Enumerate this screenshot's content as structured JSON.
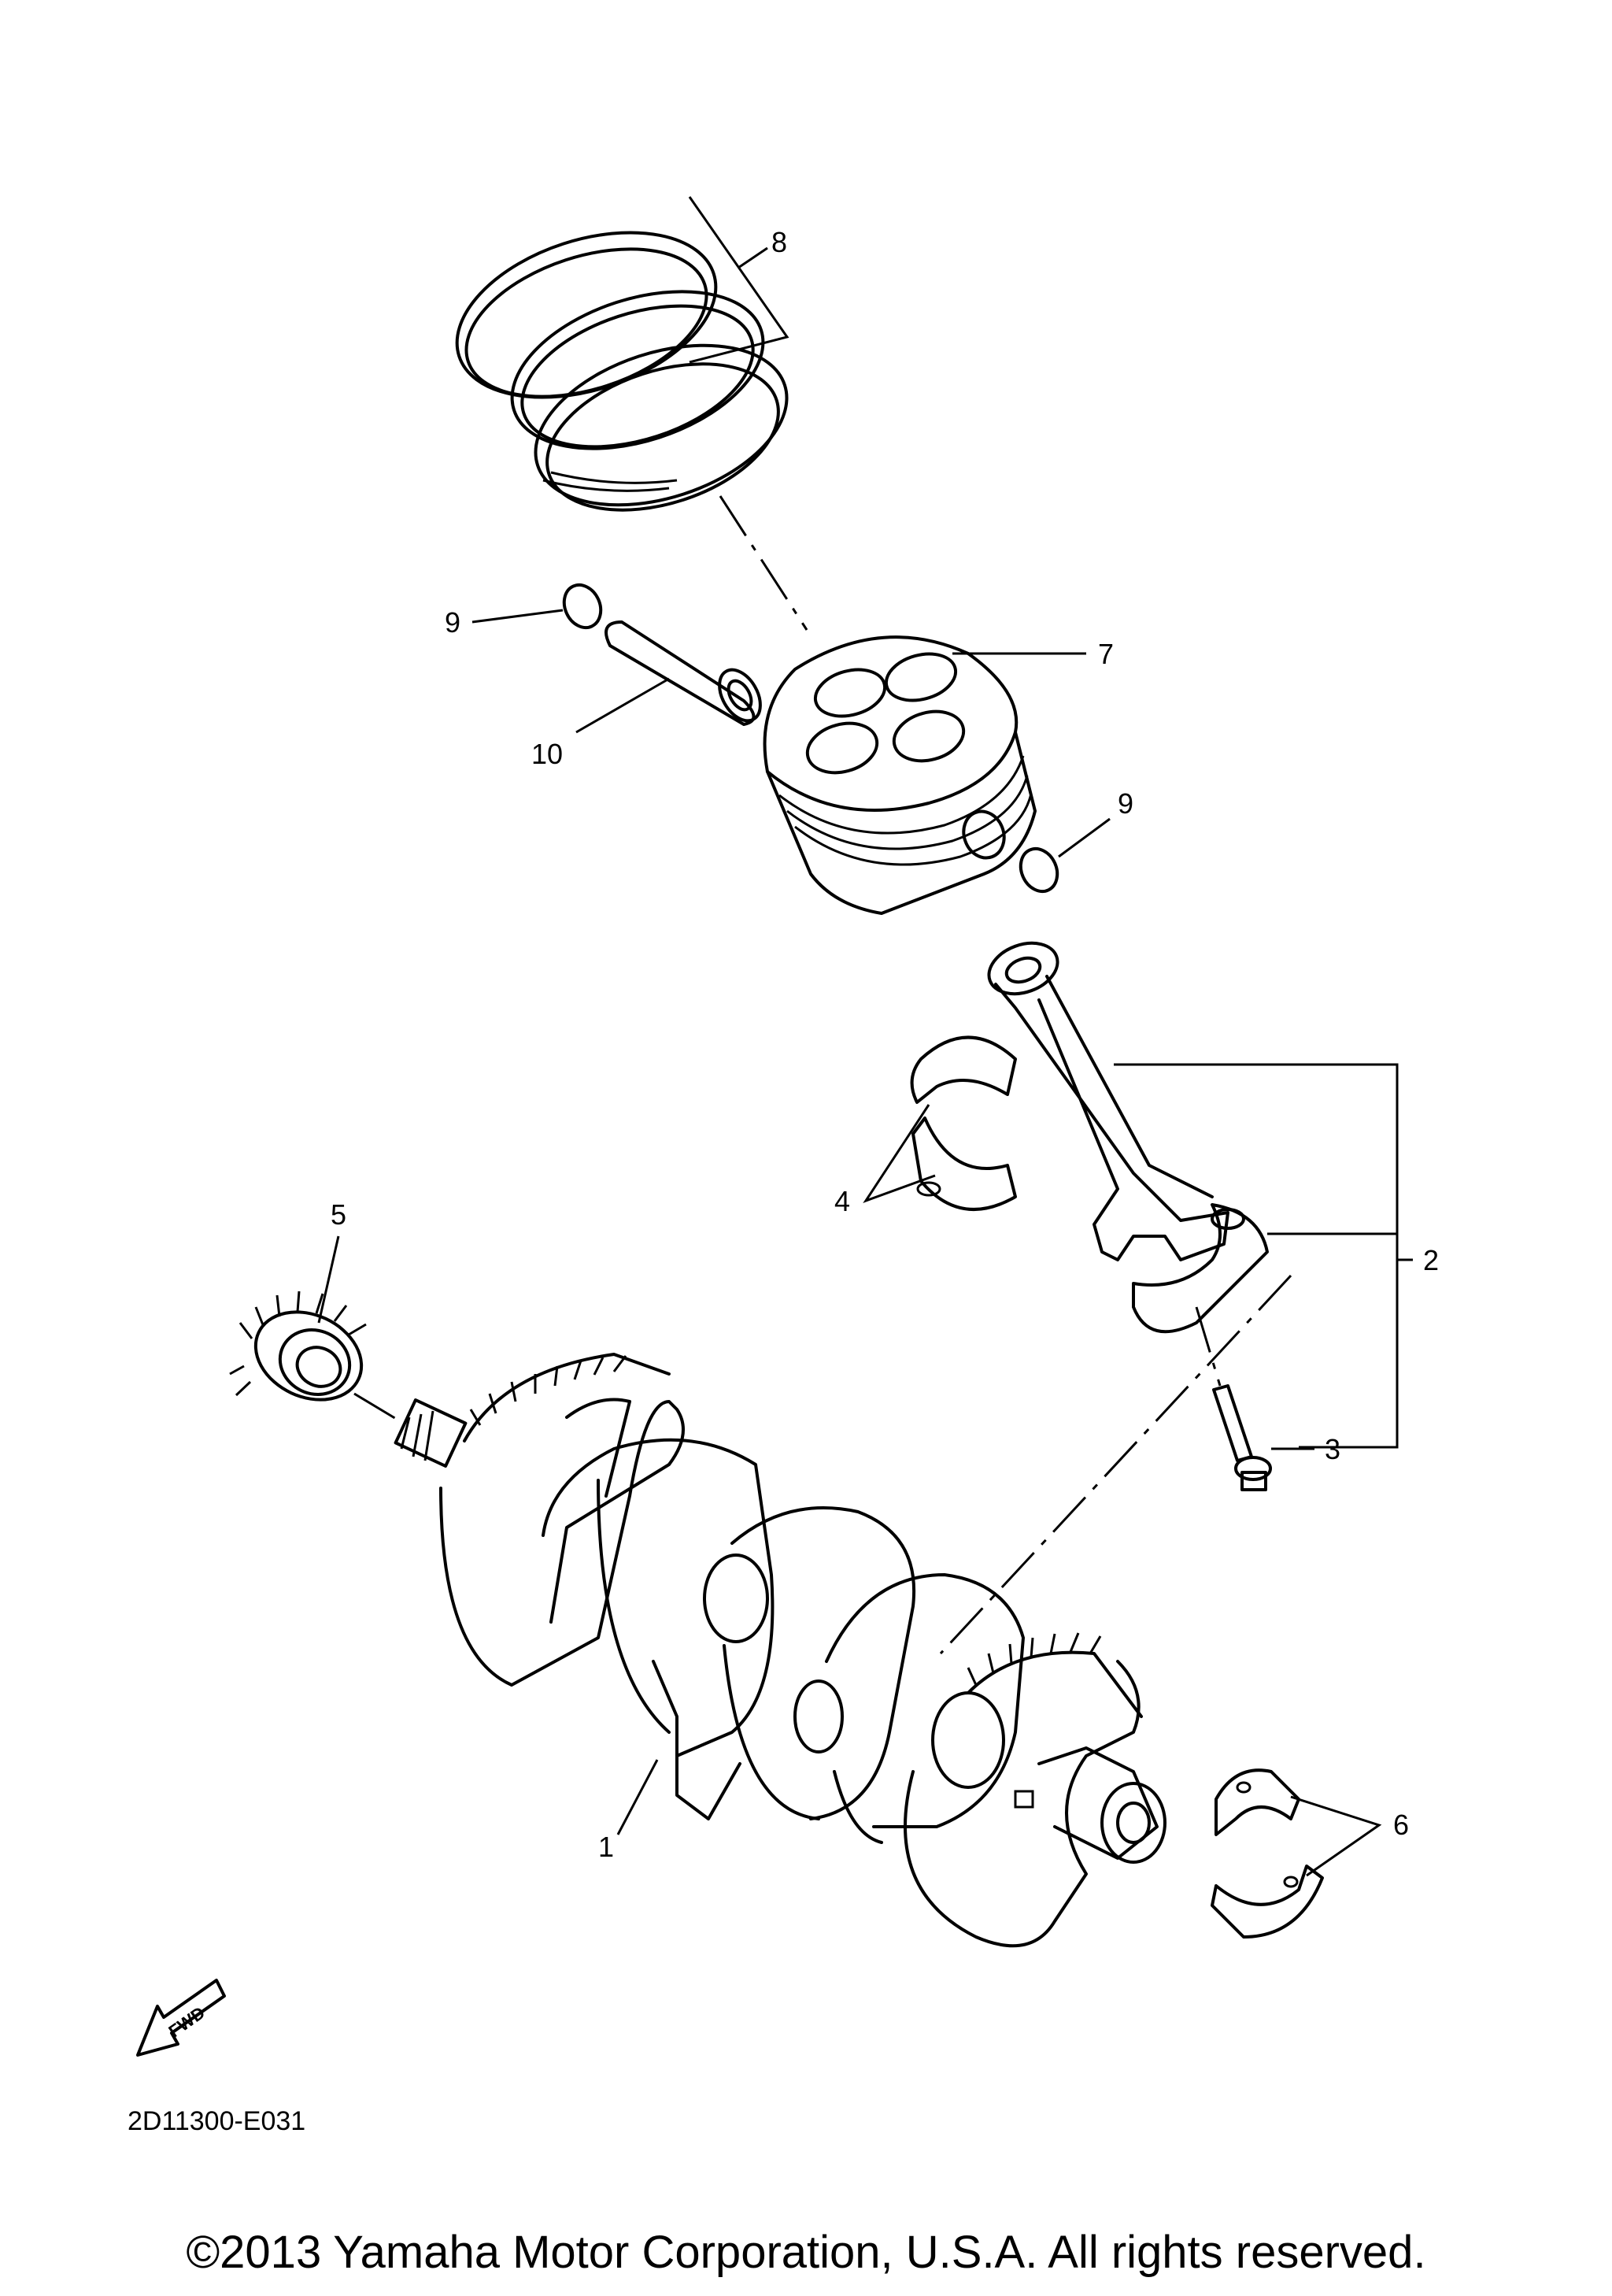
{
  "diagram": {
    "callouts": {
      "c1": "1",
      "c2": "2",
      "c3": "3",
      "c4": "4",
      "c5": "5",
      "c6": "6",
      "c7": "7",
      "c8": "8",
      "c9a": "9",
      "c9b": "9",
      "c10": "10"
    },
    "fwd_label": "FWD",
    "diagram_code": "2D11300-E031",
    "copyright": "©2013 Yamaha Motor Corporation, U.S.A. All rights reserved."
  }
}
